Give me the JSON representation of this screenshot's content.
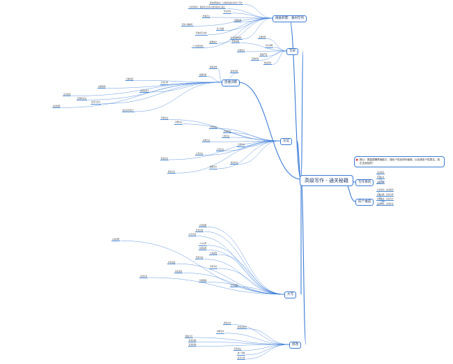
{
  "root": {
    "label": "高级写作 - 通关秘籍"
  },
  "note": {
    "text": "核心：提高逻辑思维能力，强化个性化的价值观，以及语言个性表达，真正达到目的！"
  },
  "branches": {
    "material_bank": {
      "label": "储备积累：素材写作",
      "items": [
        "搜索整理素材，分类积累素材库用于写作",
        "日常阅读中，发现并记录有价值的素材与观点",
        "热点新闻",
        "经典名言",
        "案例故事",
        "历史人物事件",
        "名人轶事",
        "科技前沿动态",
        "社会现象观察",
        "数据统计",
        "个人经历感悟"
      ]
    },
    "write": {
      "label": "写好",
      "items": [
        "主题鲜明",
        "结构清晰",
        "语言通顺",
        "论据充分",
        "逻辑严密",
        "首尾呼应",
        "修改润色"
      ]
    },
    "thinking": {
      "label": "思维训练",
      "items": [
        "逻辑思维",
        "批判思维",
        "发散思维",
        "归纳总结",
        "比较分析",
        "因果推理",
        "多角度思考",
        "论点提炼",
        "结构化表达",
        "反驳与论证",
        "类比推理",
        "独立思考能力"
      ]
    },
    "argument": {
      "label": "论证",
      "items": [
        "举例论证",
        "道理论证",
        "对比论证",
        "比喻论证",
        "引用论证",
        "因果论证",
        "归谬论证",
        "分层论证",
        "正反论证",
        "假设论证",
        "类比论证",
        "数据论证",
        "事实论证"
      ]
    },
    "purpose": {
      "label": "写作目的",
      "items": [
        "表达观点",
        "传递信息",
        "说服读者"
      ]
    },
    "four_keys": {
      "label": "四个维度",
      "items": [
        "立意深刻，观点独到",
        "结构完整，层次分明",
        "论据丰富，论证有力",
        "语言精炼，表达生动"
      ]
    },
    "big_write": {
      "label": "大写",
      "items": [
        "宏观视野",
        "社会议题",
        "时代背景",
        "价值判断",
        "人文关怀",
        "家国情怀",
        "全球视角",
        "历史纵深",
        "文化底蕴",
        "思想高度",
        "审美品位",
        "责任担当",
        "创新精神",
        "哲学思辨"
      ]
    },
    "revise": {
      "label": "修改",
      "items": [
        "通读全文",
        "检查错别字",
        "调整语序",
        "删减冗余",
        "补充论据",
        "优化结构",
        "润色语言",
        "统一风格",
        "核对引用"
      ]
    }
  }
}
